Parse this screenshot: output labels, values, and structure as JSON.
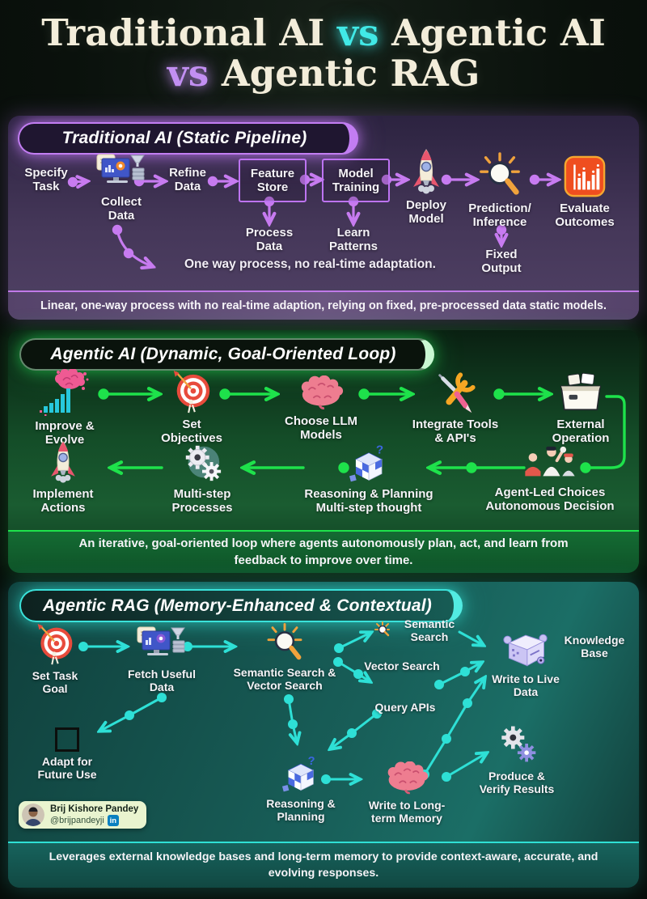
{
  "title": {
    "part1": "Traditional AI",
    "vs1": "vs",
    "part2": "Agentic AI",
    "vs2": "vs",
    "part3": "Agentic RAG"
  },
  "traditional": {
    "header": "Traditional AI (Static Pipeline)",
    "steps": {
      "specify_task": "Specify Task",
      "collect_data": "Collect Data",
      "refine_data": "Refine Data",
      "feature_store": "Feature Store",
      "process_data": "Process Data",
      "model_training": "Model Training",
      "learn_patterns": "Learn Patterns",
      "deploy_model": "Deploy Model",
      "prediction_inference": "Prediction/ Inference",
      "fixed_output": "Fixed Output",
      "evaluate_outcomes": "Evaluate Outcomes"
    },
    "note": "One way process, no real-time adaptation.",
    "footer": "Linear, one-way process with no real-time adaption, relying on fixed, pre-processed data static models."
  },
  "agentic": {
    "header": "Agentic AI (Dynamic, Goal-Oriented Loop)",
    "row1": {
      "improve_evolve": "Improve & Evolve",
      "set_objectives": "Set Objectives",
      "choose_llm": "Choose LLM Models",
      "integrate_tools": "Integrate Tools & API's",
      "external_operation": "External Operation"
    },
    "row2": {
      "implement_actions": "Implement Actions",
      "multi_step": "Multi-step Processes",
      "reasoning_planning": "Reasoning & Planning Multi-step thought",
      "agent_led": "Agent-Led Choices Autonomous Decision"
    },
    "footer": "An iterative, goal-oriented loop where agents autonomously plan, act, and learn from feedback to improve over time."
  },
  "rag": {
    "header": "Agentic RAG (Memory-Enhanced & Contextual)",
    "nodes": {
      "set_task_goal": "Set Task Goal",
      "fetch_useful_data": "Fetch Useful Data",
      "semantic_vector_search": "Semantic Search & Vector Search",
      "semantic_search": "Semantic Search",
      "vector_search": "Vector Search",
      "query_apis": "Query APIs",
      "write_live_data": "Write to Live Data",
      "knowledge_base": "Knowledge Base",
      "adapt_future_use": "Adapt for Future Use",
      "reasoning_planning": "Reasoning & Planning",
      "write_longterm_memory": "Write to Long-term Memory",
      "produce_verify": "Produce & Verify Results"
    },
    "footer": "Leverages external knowledge bases and long-term memory to provide context-aware, accurate, and evolving responses."
  },
  "author": {
    "name": "Brij Kishore Pandey",
    "handle": "@brijpandeyji",
    "linkedin": "in"
  },
  "colors": {
    "purple_accent": "#c77bf0",
    "green_accent": "#1ee24b",
    "cyan_accent": "#2ee0d6",
    "title_cream": "#f3edda",
    "vs_cyan": "#41e9e7",
    "vs_purple": "#c28ff2"
  }
}
